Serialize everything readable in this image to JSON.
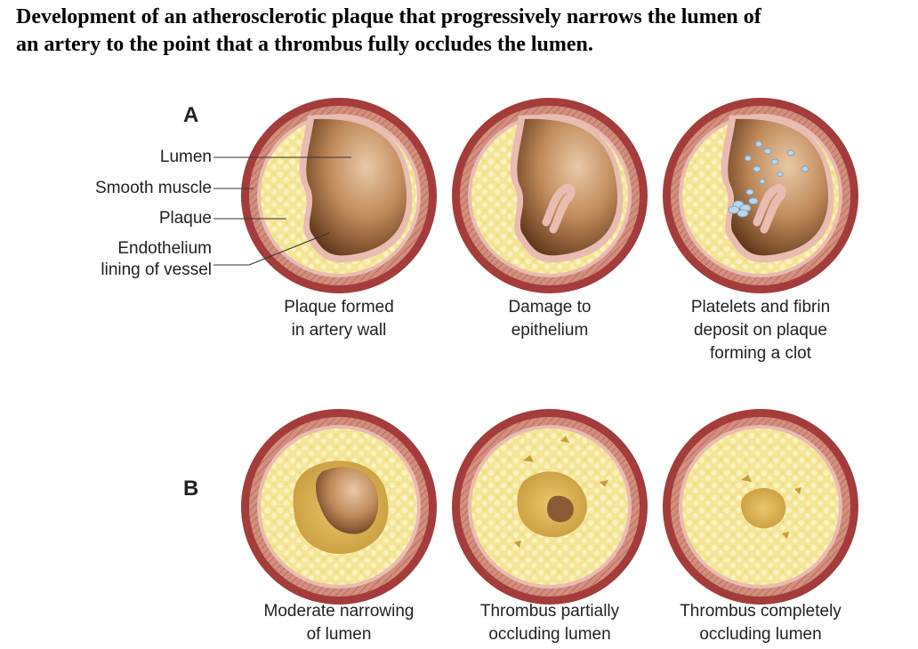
{
  "title": {
    "line1": "Development of an atherosclerotic plaque that progressively narrows the lumen of",
    "line2": "an artery to the point that a thrombus fully occludes the lumen."
  },
  "rows": {
    "a_letter": "A",
    "b_letter": "B"
  },
  "labels": {
    "lumen": "Lumen",
    "smooth_muscle": "Smooth muscle",
    "plaque": "Plaque",
    "endothelium_1": "Endothelium",
    "endothelium_2": "lining of vessel"
  },
  "captions": {
    "a1": [
      "Plaque formed",
      "in artery wall"
    ],
    "a2": [
      "Damage to",
      "epithelium"
    ],
    "a3": [
      "Platelets and fibrin",
      "deposit on plaque",
      "forming a clot"
    ],
    "b1": [
      "Moderate narrowing",
      "of lumen"
    ],
    "b2": [
      "Thrombus partially",
      "occluding lumen"
    ],
    "b3": [
      "Thrombus completely",
      "occluding lumen"
    ]
  },
  "colors": {
    "outer_wall": "#a23a3a",
    "muscle": "#cf8a7a",
    "plaque": "#f5e89a",
    "lumen": "#a86a3c",
    "endothelium": "#e8b9b0",
    "platelet": "#b8d4ea"
  }
}
